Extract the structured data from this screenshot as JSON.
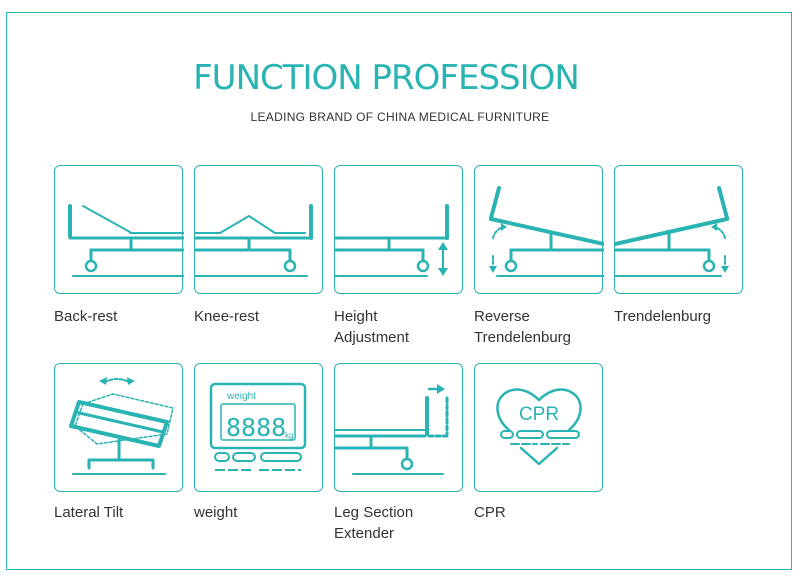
{
  "header": {
    "title": "FUNCTION PROFESSION",
    "subtitle": "LEADING BRAND OF CHINA MEDICAL FURNITURE"
  },
  "functions": [
    {
      "label": "Back-rest",
      "icon": "back-rest-icon"
    },
    {
      "label": "Knee-rest",
      "icon": "knee-rest-icon"
    },
    {
      "label": "Height\nAdjustment",
      "icon": "height-adjustment-icon"
    },
    {
      "label": "Reverse\nTrendelenburg",
      "icon": "reverse-trendelenburg-icon"
    },
    {
      "label": "Trendelenburg",
      "icon": "trendelenburg-icon"
    },
    {
      "label": "Lateral Tilt",
      "icon": "lateral-tilt-icon"
    },
    {
      "label": "weight",
      "icon": "weight-scale-icon",
      "scale_label": "weight",
      "scale_digits": "8888",
      "scale_unit": "kg"
    },
    {
      "label": "Leg Section\nExtender",
      "icon": "leg-extender-icon"
    },
    {
      "label": "CPR",
      "icon": "cpr-heart-icon",
      "badge": "CPR"
    }
  ],
  "colors": {
    "accent": "#2ab3b3",
    "text": "#333333"
  }
}
